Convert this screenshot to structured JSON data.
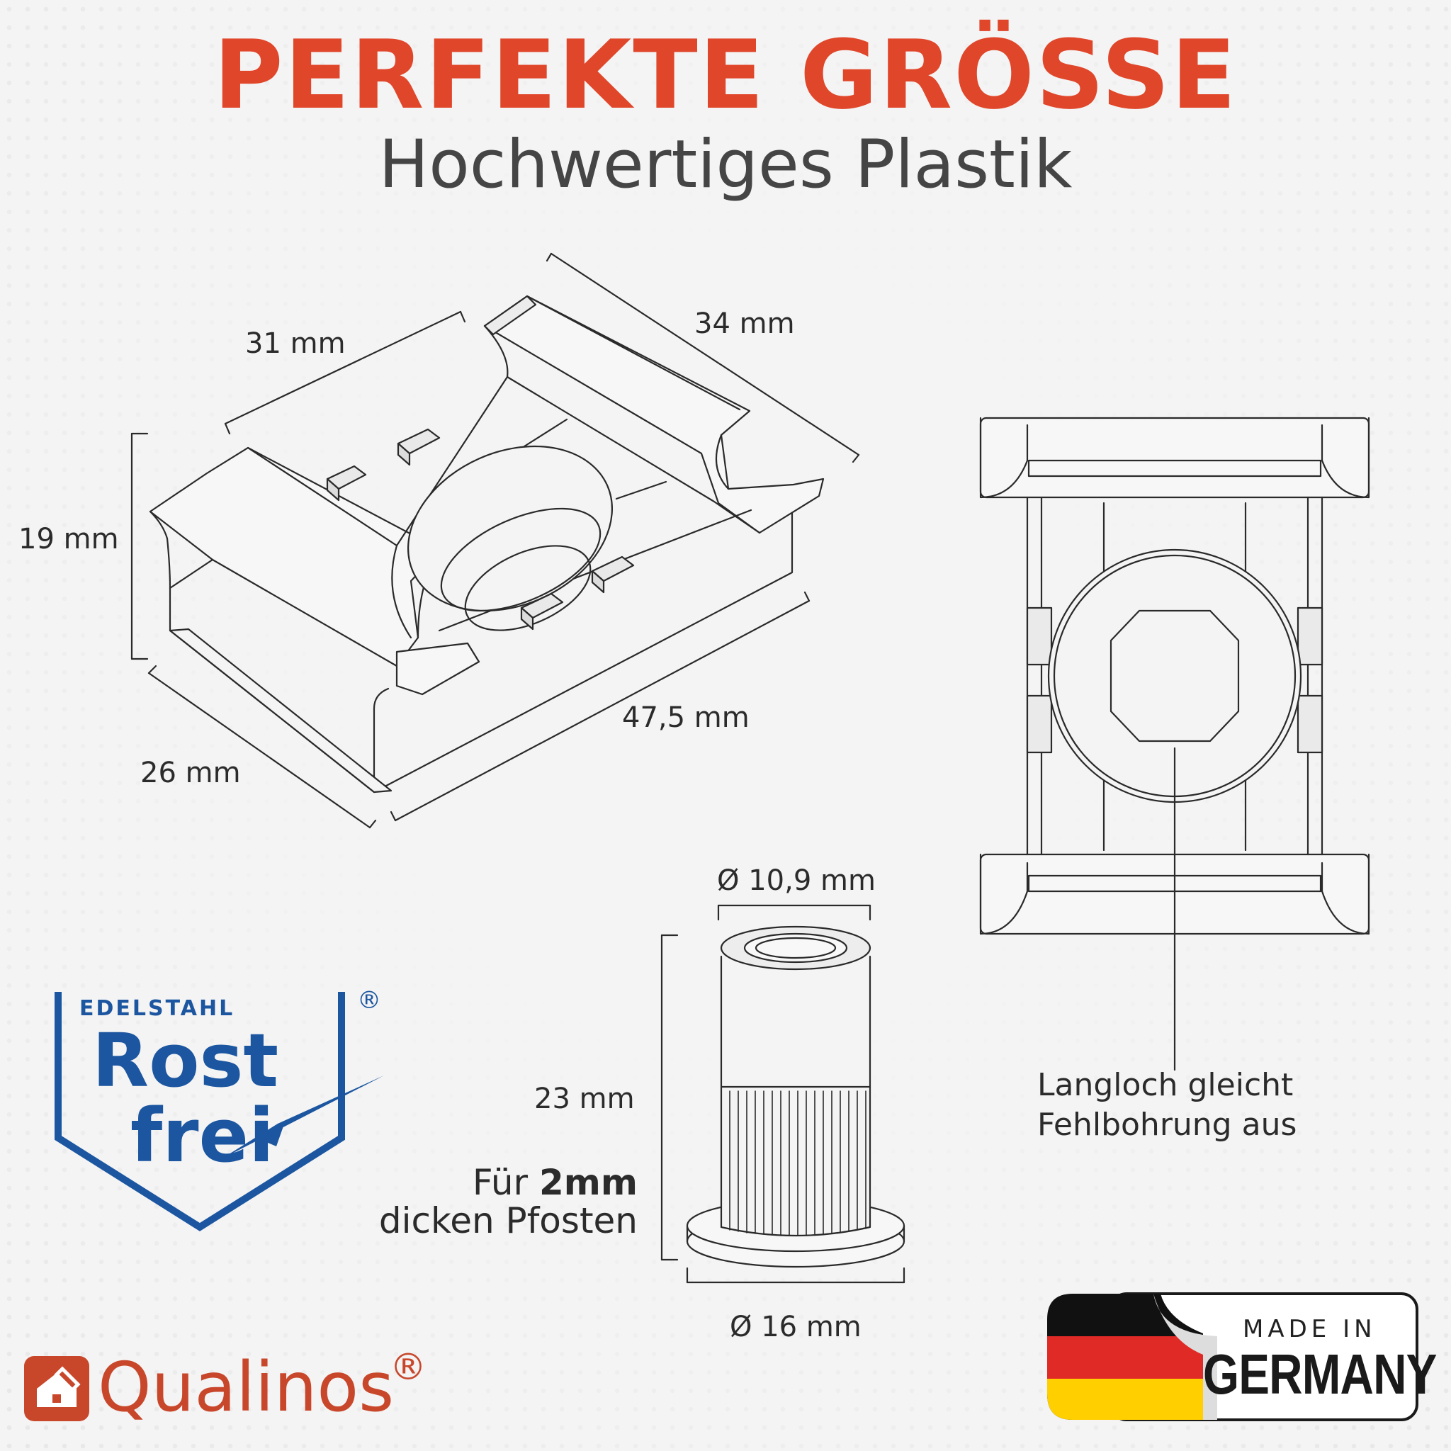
{
  "header": {
    "headline": "PERFEKTE GRÖSSE",
    "subheadline": "Hochwertiges Plastik"
  },
  "dimensions": {
    "top_width": "31 mm",
    "top_length": "34 mm",
    "height": "19 mm",
    "depth": "26 mm",
    "length": "47,5 mm",
    "nut_inner_diameter": "Ø 10,9 mm",
    "nut_height": "23 mm",
    "nut_flange_diameter": "Ø 16 mm"
  },
  "notes": {
    "slot_line1": "Langloch gleicht",
    "slot_line2": "Fehlbohrung aus",
    "post_prefix": "Für ",
    "post_bold": "2mm",
    "post_suffix": "dicken Pfosten"
  },
  "badge": {
    "top": "EDELSTAHL",
    "registered": "®",
    "line1": "Rost",
    "line2": "frei",
    "color": "#1c56a0"
  },
  "brand": {
    "name": "Qualinos",
    "registered": "®",
    "color": "#c8472b",
    "icon": "house-wrench-icon"
  },
  "made_in": {
    "small": "MADE IN",
    "big": "GERMANY",
    "flag_colors": [
      "#111111",
      "#e02a25",
      "#ffcf00"
    ]
  },
  "colors": {
    "accent": "#e0462a",
    "text": "#454545"
  }
}
